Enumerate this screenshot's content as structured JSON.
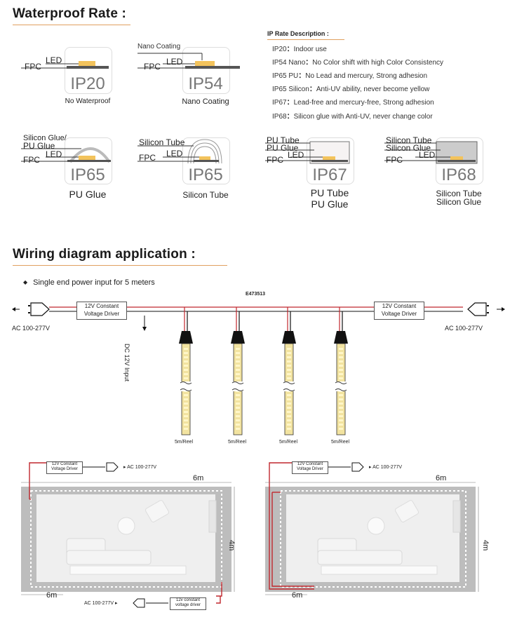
{
  "section1": {
    "title": "Waterproof Rate :"
  },
  "ip_cards": {
    "ip20": {
      "code": "IP20",
      "caption": "No Waterproof",
      "fpc": "FPC",
      "led": "LED"
    },
    "ip54": {
      "code": "IP54",
      "caption": "Nano Coating",
      "fpc": "FPC",
      "led": "LED",
      "coating": "Nano Coating"
    },
    "ip65a": {
      "code": "IP65",
      "caption": "PU Glue",
      "fpc": "FPC",
      "led": "LED",
      "glue": "Silicon Glue/",
      "glue2": "PU Glue"
    },
    "ip65b": {
      "code": "IP65",
      "caption": "Silicon Tube",
      "fpc": "FPC",
      "led": "LED",
      "tube": "Silicon Tube"
    },
    "ip67": {
      "code": "IP67",
      "caption1": "PU Tube",
      "caption2": "PU Glue",
      "fpc": "FPC",
      "led": "LED",
      "tube": "PU Tube",
      "glue": "PU Glue"
    },
    "ip68": {
      "code": "IP68",
      "caption1": "Silicon Tube",
      "caption2": "Silicon Glue",
      "fpc": "FPC",
      "led": "LED",
      "tube": "Silicon Tube",
      "glue": "Silicon Glue"
    }
  },
  "ip_description": {
    "title": "IP Rate Description :",
    "items": [
      {
        "key": "IP20",
        "sep": "：",
        "text": "Indoor use"
      },
      {
        "key": "IP54 Nano",
        "sep": "：",
        "text": "No Color shift with high Color Consistency"
      },
      {
        "key": "IP65 PU",
        "sep": "：",
        "text": "No Lead and mercury, Strong adhesion"
      },
      {
        "key": "IP65 Silicon",
        "sep": "：",
        "text": "Anti-UV ability, never become yellow"
      },
      {
        "key": "IP67",
        "sep": "：",
        "text": "Lead-free and mercury-free, Strong adhesion"
      },
      {
        "key": "IP68",
        "sep": "：",
        "text": "Silicon glue with Anti-UV, never change color"
      }
    ]
  },
  "section2": {
    "title": "Wiring diagram application :"
  },
  "wiring": {
    "bullet": "Single end power input for 5 meters",
    "cert": "E473513",
    "driver_l1": "12V Constant",
    "driver_l2": "Voltage Driver",
    "ac": "AC 100-277V",
    "dc": "DC 12V Input",
    "reel": "5m/Reel",
    "colors": {
      "red": "#c0272d",
      "black": "#111111",
      "strip": "#f2e3a0",
      "accent": "#e0a060"
    }
  },
  "rooms": {
    "left": {
      "drv1": "12V Constant",
      "drv2": "Voltage Driver",
      "ac_top": "AC 100-277V",
      "width": "6m",
      "height": "4m",
      "bottom": "6m",
      "ac_bottom": "AC 100-277V",
      "drvb1": "12v constant",
      "drvb2": "voltage driver"
    },
    "right": {
      "drv1": "12V Constant",
      "drv2": "Voltage Driver",
      "ac_top": "AC 100-277V",
      "width": "6m",
      "height": "4m",
      "bottom": "6m"
    }
  }
}
